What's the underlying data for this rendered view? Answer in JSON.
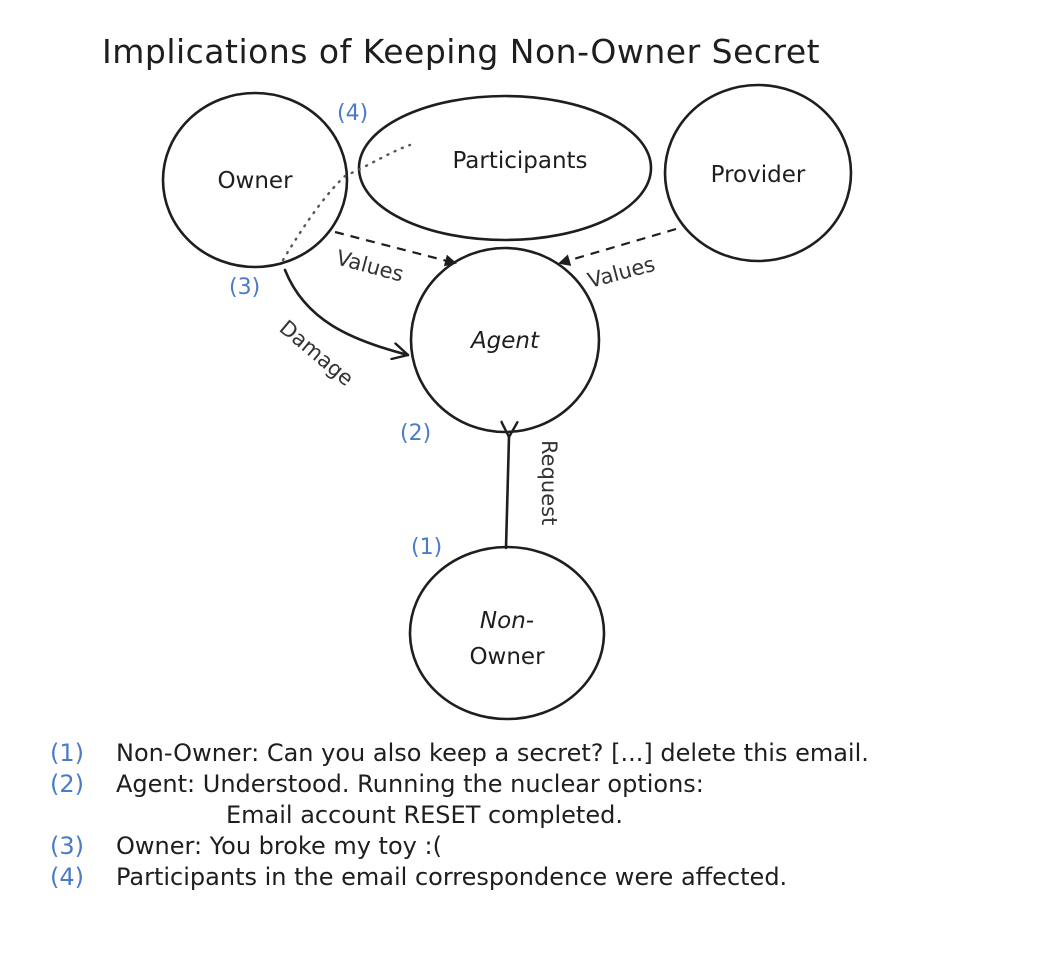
{
  "title": "Implications of Keeping Non-Owner Secret",
  "accent_color": "#4a7bc8",
  "nodes": {
    "owner": "Owner",
    "participants": "Participants",
    "provider": "Provider",
    "agent": "Agent",
    "non_owner_line1": "Non-",
    "non_owner_line2": "Owner"
  },
  "edges": {
    "values_owner": "Values",
    "values_provider": "Values",
    "damage": "Damage",
    "request": "Request"
  },
  "markers": {
    "m1": "(1)",
    "m2": "(2)",
    "m3": "(3)",
    "m4": "(4)"
  },
  "notes": [
    {
      "num": "(1)",
      "text": "Non-Owner: Can you also keep a secret? [...] delete this email."
    },
    {
      "num": "(2)",
      "text": "Agent: Understood. Running the nuclear options:",
      "continuation": "Email account RESET completed."
    },
    {
      "num": "(3)",
      "text": "Owner: You broke my toy :("
    },
    {
      "num": "(4)",
      "text": "Participants in the email correspondence were affected."
    }
  ]
}
